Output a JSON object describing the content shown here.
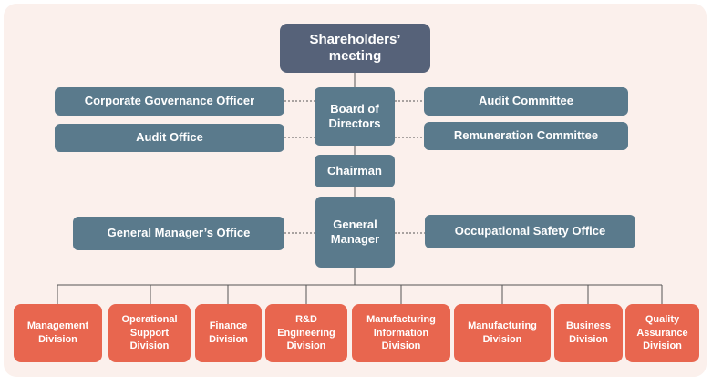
{
  "top": {
    "shareholders": "Shareholders’\nmeeting",
    "board": "Board of\nDirectors",
    "chairman": "Chairman",
    "general_manager": "General\nManager"
  },
  "board_left": [
    "Corporate Governance Officer",
    "Audit Office"
  ],
  "board_right": [
    "Audit Committee",
    "Remuneration Committee"
  ],
  "gm_left": "General Manager’s Office",
  "gm_right": "Occupational Safety Office",
  "divisions": [
    "Management\nDivision",
    "Operational\nSupport\nDivision",
    "Finance\nDivision",
    "R&D\nEngineering\nDivision",
    "Manufacturing\nInformation\nDivision",
    "Manufacturing\nDivision",
    "Business\nDivision",
    "Quality\nAssurance\nDivision"
  ],
  "colors": {
    "top_box": "#566279",
    "unit_box": "#5a7a8c",
    "division_box": "#e8664f",
    "background": "#fbf0ec"
  }
}
